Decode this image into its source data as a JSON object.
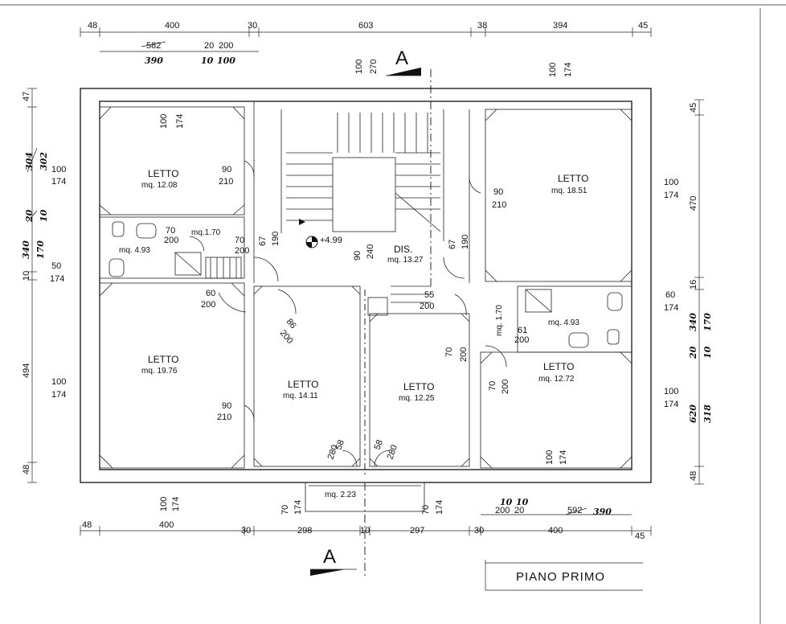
{
  "plan_title": "PIANO PRIMO",
  "section_mark": "A",
  "top_dims": [
    "48",
    "400",
    "30",
    "603",
    "38",
    "394",
    "45"
  ],
  "top_sub_dims": {
    "struck": "582",
    "hand": "390",
    "d1": "20",
    "d2": "200",
    "hand2": "10",
    "hand3": "100"
  },
  "bottom_dims": [
    "48",
    "400",
    "30",
    "298",
    "10",
    "297",
    "30",
    "400",
    "45"
  ],
  "bottom_sub_dims": {
    "hand1": "10",
    "hand2": "10",
    "d1": "200",
    "d2": "20",
    "struck": "592",
    "hand3": "390"
  },
  "left_dims": [
    "47",
    "10",
    "494",
    "48"
  ],
  "left_hand": {
    "struck1": "304",
    "hand1": "302",
    "struck2": "20",
    "hand2": "10",
    "struck3": "340",
    "hand3": "170"
  },
  "right_dims": [
    "45",
    "470",
    "16",
    "48"
  ],
  "right_hand": {
    "struck1": "340",
    "hand1": "170",
    "struck2": "20",
    "hand2": "10",
    "struck3": "620",
    "hand3": "318"
  },
  "rooms": [
    {
      "label": "LETTO",
      "area": "mq. 12.08"
    },
    {
      "label": "LETTO",
      "area": "mq. 18.51"
    },
    {
      "label": "LETTO",
      "area": "mq. 19.76"
    },
    {
      "label": "LETTO",
      "area": "mq. 14.11"
    },
    {
      "label": "LETTO",
      "area": "mq. 12.25"
    },
    {
      "label": "LETTO",
      "area": "mq. 12.72"
    },
    {
      "label": "DIS.",
      "area": "mq. 13.27"
    }
  ],
  "bath_left": {
    "area": "mq. 4.93",
    "area2": "mq.1.70"
  },
  "bath_right": {
    "area": "mq. 4.93",
    "area2": "mq. 1.70"
  },
  "balcony": {
    "area": "mq. 2.23"
  },
  "level": "+4.99",
  "openings": {
    "w100": "100",
    "w174": "174",
    "w50": "50",
    "w60": "60",
    "w70": "70",
    "w90": "90",
    "w210": "210",
    "w200": "200",
    "w67": "67",
    "w190": "190",
    "w240": "240",
    "w55": "55",
    "w61": "61",
    "w58": "58",
    "w280": "280",
    "w86": "86",
    "w270": "270"
  }
}
